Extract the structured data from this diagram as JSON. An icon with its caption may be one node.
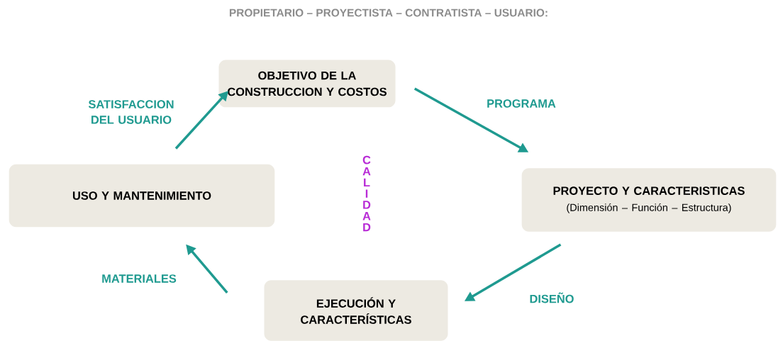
{
  "diagram": {
    "title": "PROPIETARIO – PROYECTISTA – CONTRATISTA – USUARIO:",
    "nodes": [
      {
        "text": [
          "OBJETIVO DE LA CONSTRUCCION Y COSTOS"
        ]
      },
      {
        "text": [
          "PROYECTO Y CARACTERISTICAS",
          "(Dimensión – Función – Estructura)"
        ]
      },
      {
        "text": [
          "EJECUCIÓN Y CARACTERÍSTICAS"
        ]
      },
      {
        "text": [
          "USO Y MANTENIMIENTO"
        ]
      }
    ],
    "edges": [
      {
        "from": 0,
        "to": 1,
        "arrow": "to",
        "label": "PROGRAMA"
      },
      {
        "from": 1,
        "to": 2,
        "arrow": "to",
        "label": "DISEÑO"
      },
      {
        "from": 2,
        "to": 3,
        "arrow": "to",
        "label": "MATERIALES"
      },
      {
        "from": 3,
        "to": 0,
        "arrow": "to",
        "label": "SATISFACCION DEL USUARIO"
      }
    ],
    "labels": [
      "CALIDAD"
    ]
  }
}
